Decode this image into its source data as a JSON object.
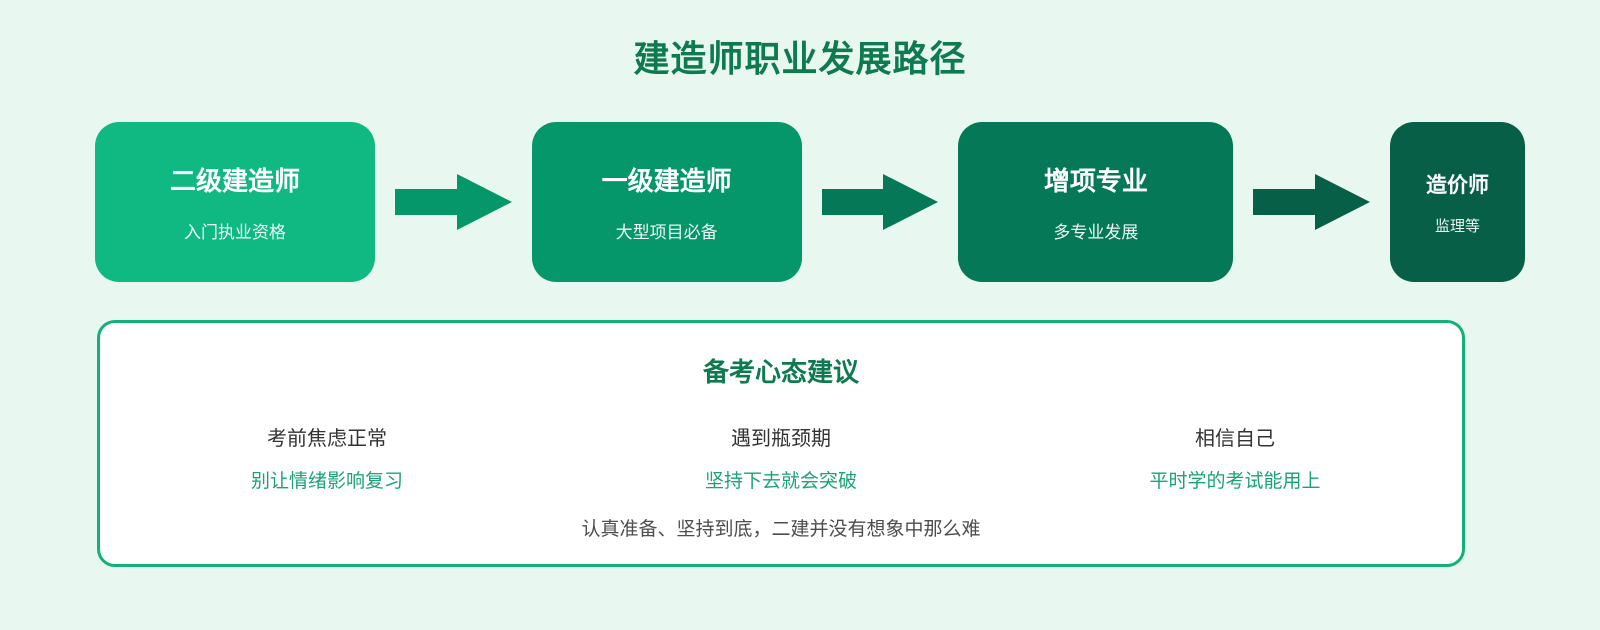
{
  "page": {
    "title": "建造师职业发展路径",
    "background_color": "#e8f7ef",
    "title_color": "#0e7a4f"
  },
  "path": {
    "steps": [
      {
        "title": "二级建造师",
        "subtitle": "入门执业资格",
        "color": "#10b981"
      },
      {
        "title": "一级建造师",
        "subtitle": "大型项目必备",
        "color": "#059669"
      },
      {
        "title": "增项专业",
        "subtitle": "多专业发展",
        "color": "#047857"
      },
      {
        "title": "造价师",
        "subtitle": "监理等",
        "color": "#065f46"
      }
    ],
    "arrow_colors": [
      "#059669",
      "#047857",
      "#065f46"
    ]
  },
  "advice": {
    "title": "备考心态建议",
    "items": [
      {
        "heading": "考前焦虑正常",
        "tip": "别让情绪影响复习"
      },
      {
        "heading": "遇到瓶颈期",
        "tip": "坚持下去就会突破"
      },
      {
        "heading": "相信自己",
        "tip": "平时学的考试能用上"
      }
    ],
    "footer": "认真准备、坚持到底，二建并没有想象中那么难",
    "border_color": "#12b178",
    "tip_color": "#1aa374"
  }
}
